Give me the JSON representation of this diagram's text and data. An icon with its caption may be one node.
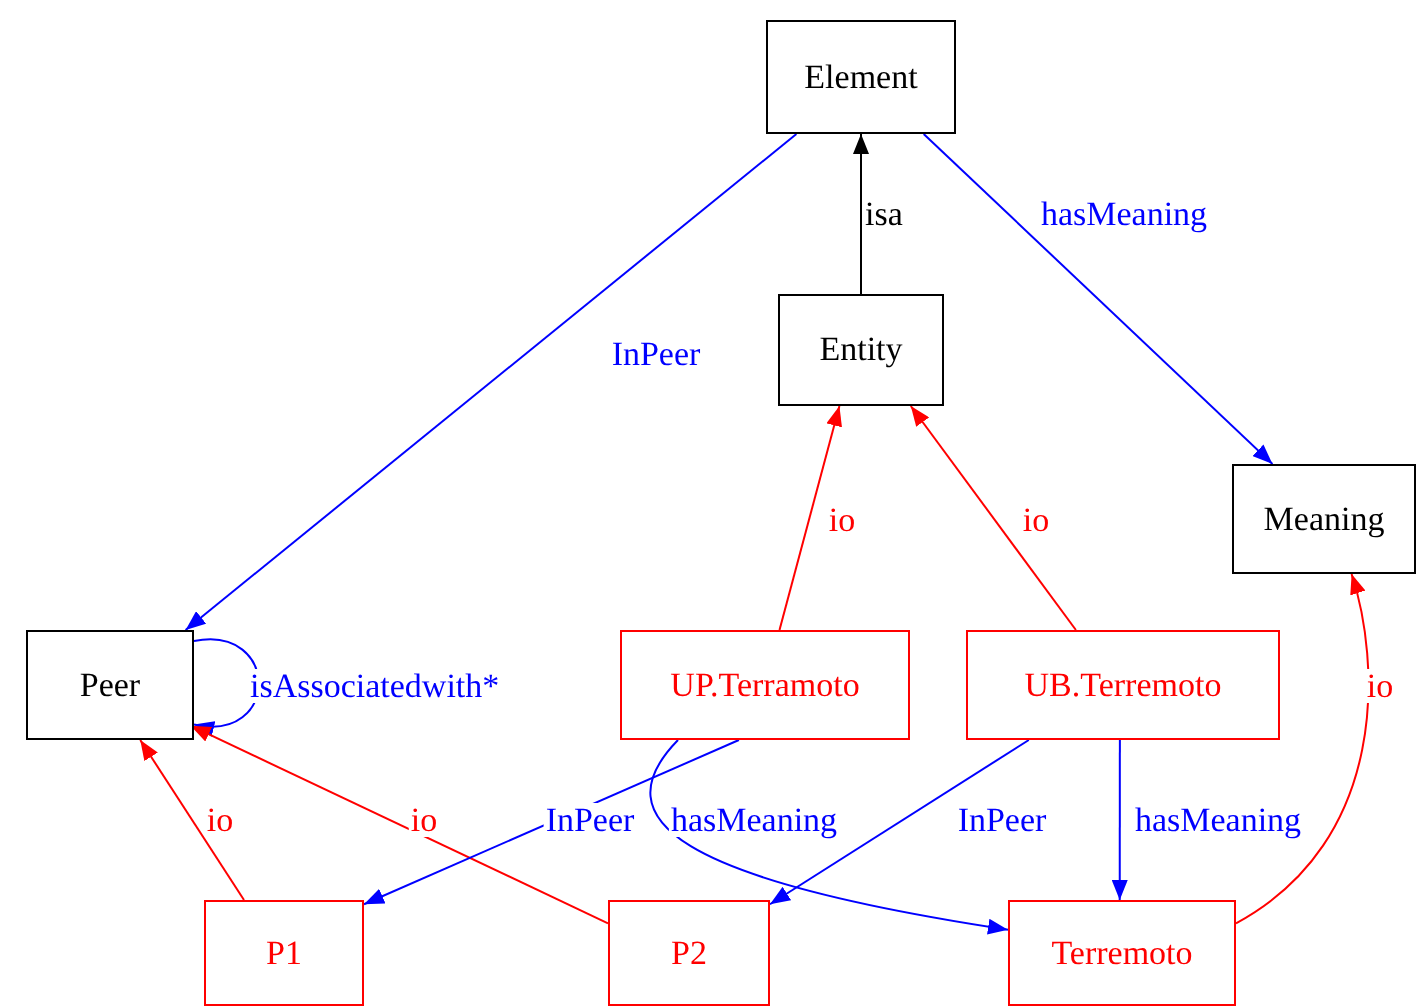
{
  "diagram": {
    "nodes": [
      {
        "text": [
          "Element"
        ]
      },
      {
        "text": [
          "Entity"
        ]
      },
      {
        "text": [
          "Meaning"
        ]
      },
      {
        "text": [
          "Peer"
        ]
      },
      {
        "text": [
          "UP.Terramoto"
        ]
      },
      {
        "text": [
          "UB.Terremoto"
        ]
      },
      {
        "text": [
          "P1"
        ]
      },
      {
        "text": [
          "P2"
        ]
      },
      {
        "text": [
          "Terremoto"
        ]
      }
    ],
    "edges": [
      {
        "from": 1,
        "to": 0,
        "arrow": "to",
        "label": "isa",
        "color": "#000000"
      },
      {
        "from": 0,
        "to": 3,
        "arrow": "to",
        "label": "InPeer"
      },
      {
        "from": 0,
        "to": 2,
        "arrow": "to",
        "label": "hasMeaning"
      },
      {
        "from": 3,
        "to": 3,
        "arrow": "to",
        "label": "isAssociatedwith*"
      },
      {
        "from": 4,
        "to": 1,
        "arrow": "to",
        "label": "io",
        "color": "#ff0000"
      },
      {
        "from": 5,
        "to": 1,
        "arrow": "to",
        "label": "io",
        "color": "#ff0000"
      },
      {
        "from": 8,
        "to": 2,
        "arrow": "to",
        "label": "io",
        "color": "#ff0000"
      },
      {
        "from": 6,
        "to": 3,
        "arrow": "to",
        "label": "io",
        "color": "#ff0000"
      },
      {
        "from": 7,
        "to": 3,
        "arrow": "to",
        "label": "io",
        "color": "#ff0000"
      },
      {
        "from": 4,
        "to": 6,
        "arrow": "to",
        "label": "InPeer"
      },
      {
        "from": 4,
        "to": 8,
        "arrow": "to",
        "label": "hasMeaning"
      },
      {
        "from": 5,
        "to": 7,
        "arrow": "to",
        "label": "InPeer"
      },
      {
        "from": 5,
        "to": 8,
        "arrow": "to",
        "label": "hasMeaning"
      }
    ]
  }
}
